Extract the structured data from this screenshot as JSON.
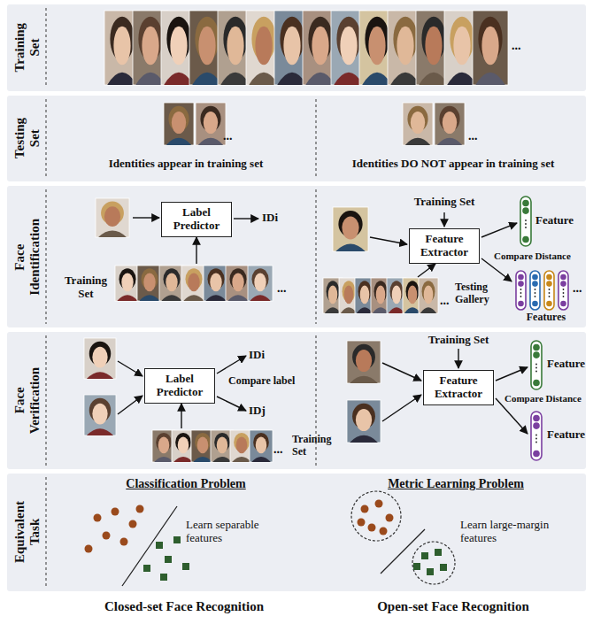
{
  "diagram": {
    "nodes": [
      {
        "text": [
          "Training Set"
        ]
      },
      {
        "text": [
          "Testing Set",
          "Identities appear in training set",
          "Identities DO NOT appear in training set"
        ]
      },
      {
        "text": [
          "Face Identification"
        ]
      },
      {
        "text": [
          "Label Predictor"
        ],
        "in": 2
      },
      {
        "text": [
          "Feature Extractor"
        ],
        "in": 2
      },
      {
        "text": [
          "Face Verification"
        ]
      },
      {
        "text": [
          "Label Predictor"
        ],
        "in": 5
      },
      {
        "text": [
          "Feature Extractor"
        ],
        "in": 5
      },
      {
        "text": [
          "Equivalent Task"
        ]
      }
    ],
    "labels": [
      "...",
      "...",
      "...",
      "IDi",
      "Training Set",
      "...",
      "Training Set",
      "Feature",
      "Compare Distance",
      "Features",
      "...",
      "...",
      "Testing Gallery",
      "IDi",
      "Compare label",
      "IDj",
      "...",
      "Training Set",
      "Training Set",
      "Feature",
      "Compare Distance",
      "Feature",
      "Classification Problem",
      "Learn separable features",
      "Metric Learning Problem",
      "Learn large-margin features",
      "Closed-set Face Recognition",
      "Open-set Face Recognition"
    ]
  }
}
